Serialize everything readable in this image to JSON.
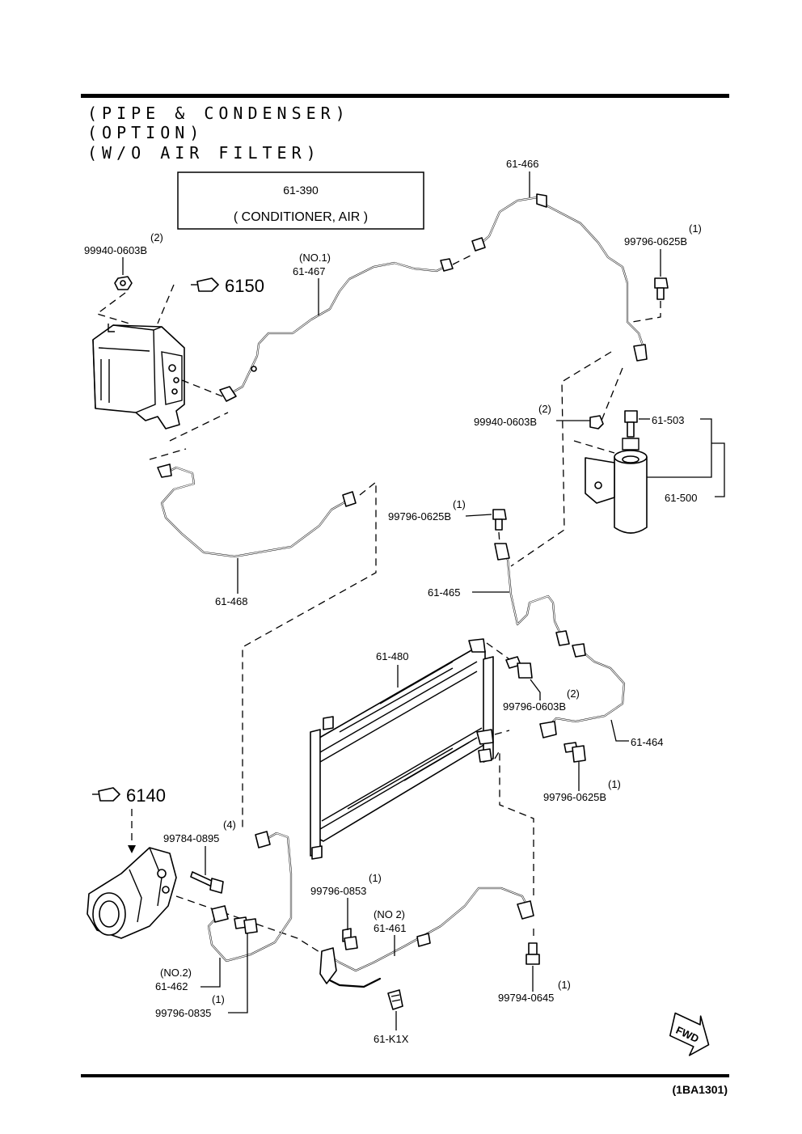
{
  "title": {
    "line1": "(PIPE & CONDENSER)",
    "line2": "(OPTION)",
    "line3": "(W/O AIR FILTER)"
  },
  "legend_box": {
    "code": "61-390",
    "name": "( CONDITIONER, AIR )"
  },
  "refs": {
    "ref_6150": "6150",
    "ref_6140": "6140"
  },
  "callouts": {
    "p99940_0603b_left": {
      "qty": "(2)",
      "part": "99940-0603B"
    },
    "p61_467": {
      "qty": "(NO.1)",
      "part": "61-467"
    },
    "p61_466": {
      "part": "61-466"
    },
    "p99796_0625b_top": {
      "qty": "(1)",
      "part": "99796-0625B"
    },
    "p99940_0603b_right": {
      "qty": "(2)",
      "part": "99940-0603B"
    },
    "p61_503": {
      "part": "61-503"
    },
    "p61_500": {
      "part": "61-500"
    },
    "p99796_0625b_mid": {
      "qty": "(1)",
      "part": "99796-0625B"
    },
    "p61_468": {
      "part": "61-468"
    },
    "p61_465": {
      "part": "61-465"
    },
    "p61_480": {
      "part": "61-480"
    },
    "p99796_0603b": {
      "qty": "(2)",
      "part": "99796-0603B"
    },
    "p61_464": {
      "part": "61-464"
    },
    "p99796_0625b_low": {
      "qty": "(1)",
      "part": "99796-0625B"
    },
    "p99784_0895": {
      "qty": "(4)",
      "part": "99784-0895"
    },
    "p99796_0853": {
      "qty": "(1)",
      "part": "99796-0853"
    },
    "p61_461": {
      "qty": "(NO 2)",
      "part": "61-461"
    },
    "p61_462": {
      "qty": "(NO.2)",
      "part": "61-462"
    },
    "p99796_0835": {
      "qty": "(1)",
      "part": "99796-0835"
    },
    "p99794_0645": {
      "qty": "(1)",
      "part": "99794-0645"
    },
    "p61_k1x": {
      "part": "61-K1X"
    }
  },
  "fwd_label": "FWD",
  "footer_code": "(1BA1301)"
}
